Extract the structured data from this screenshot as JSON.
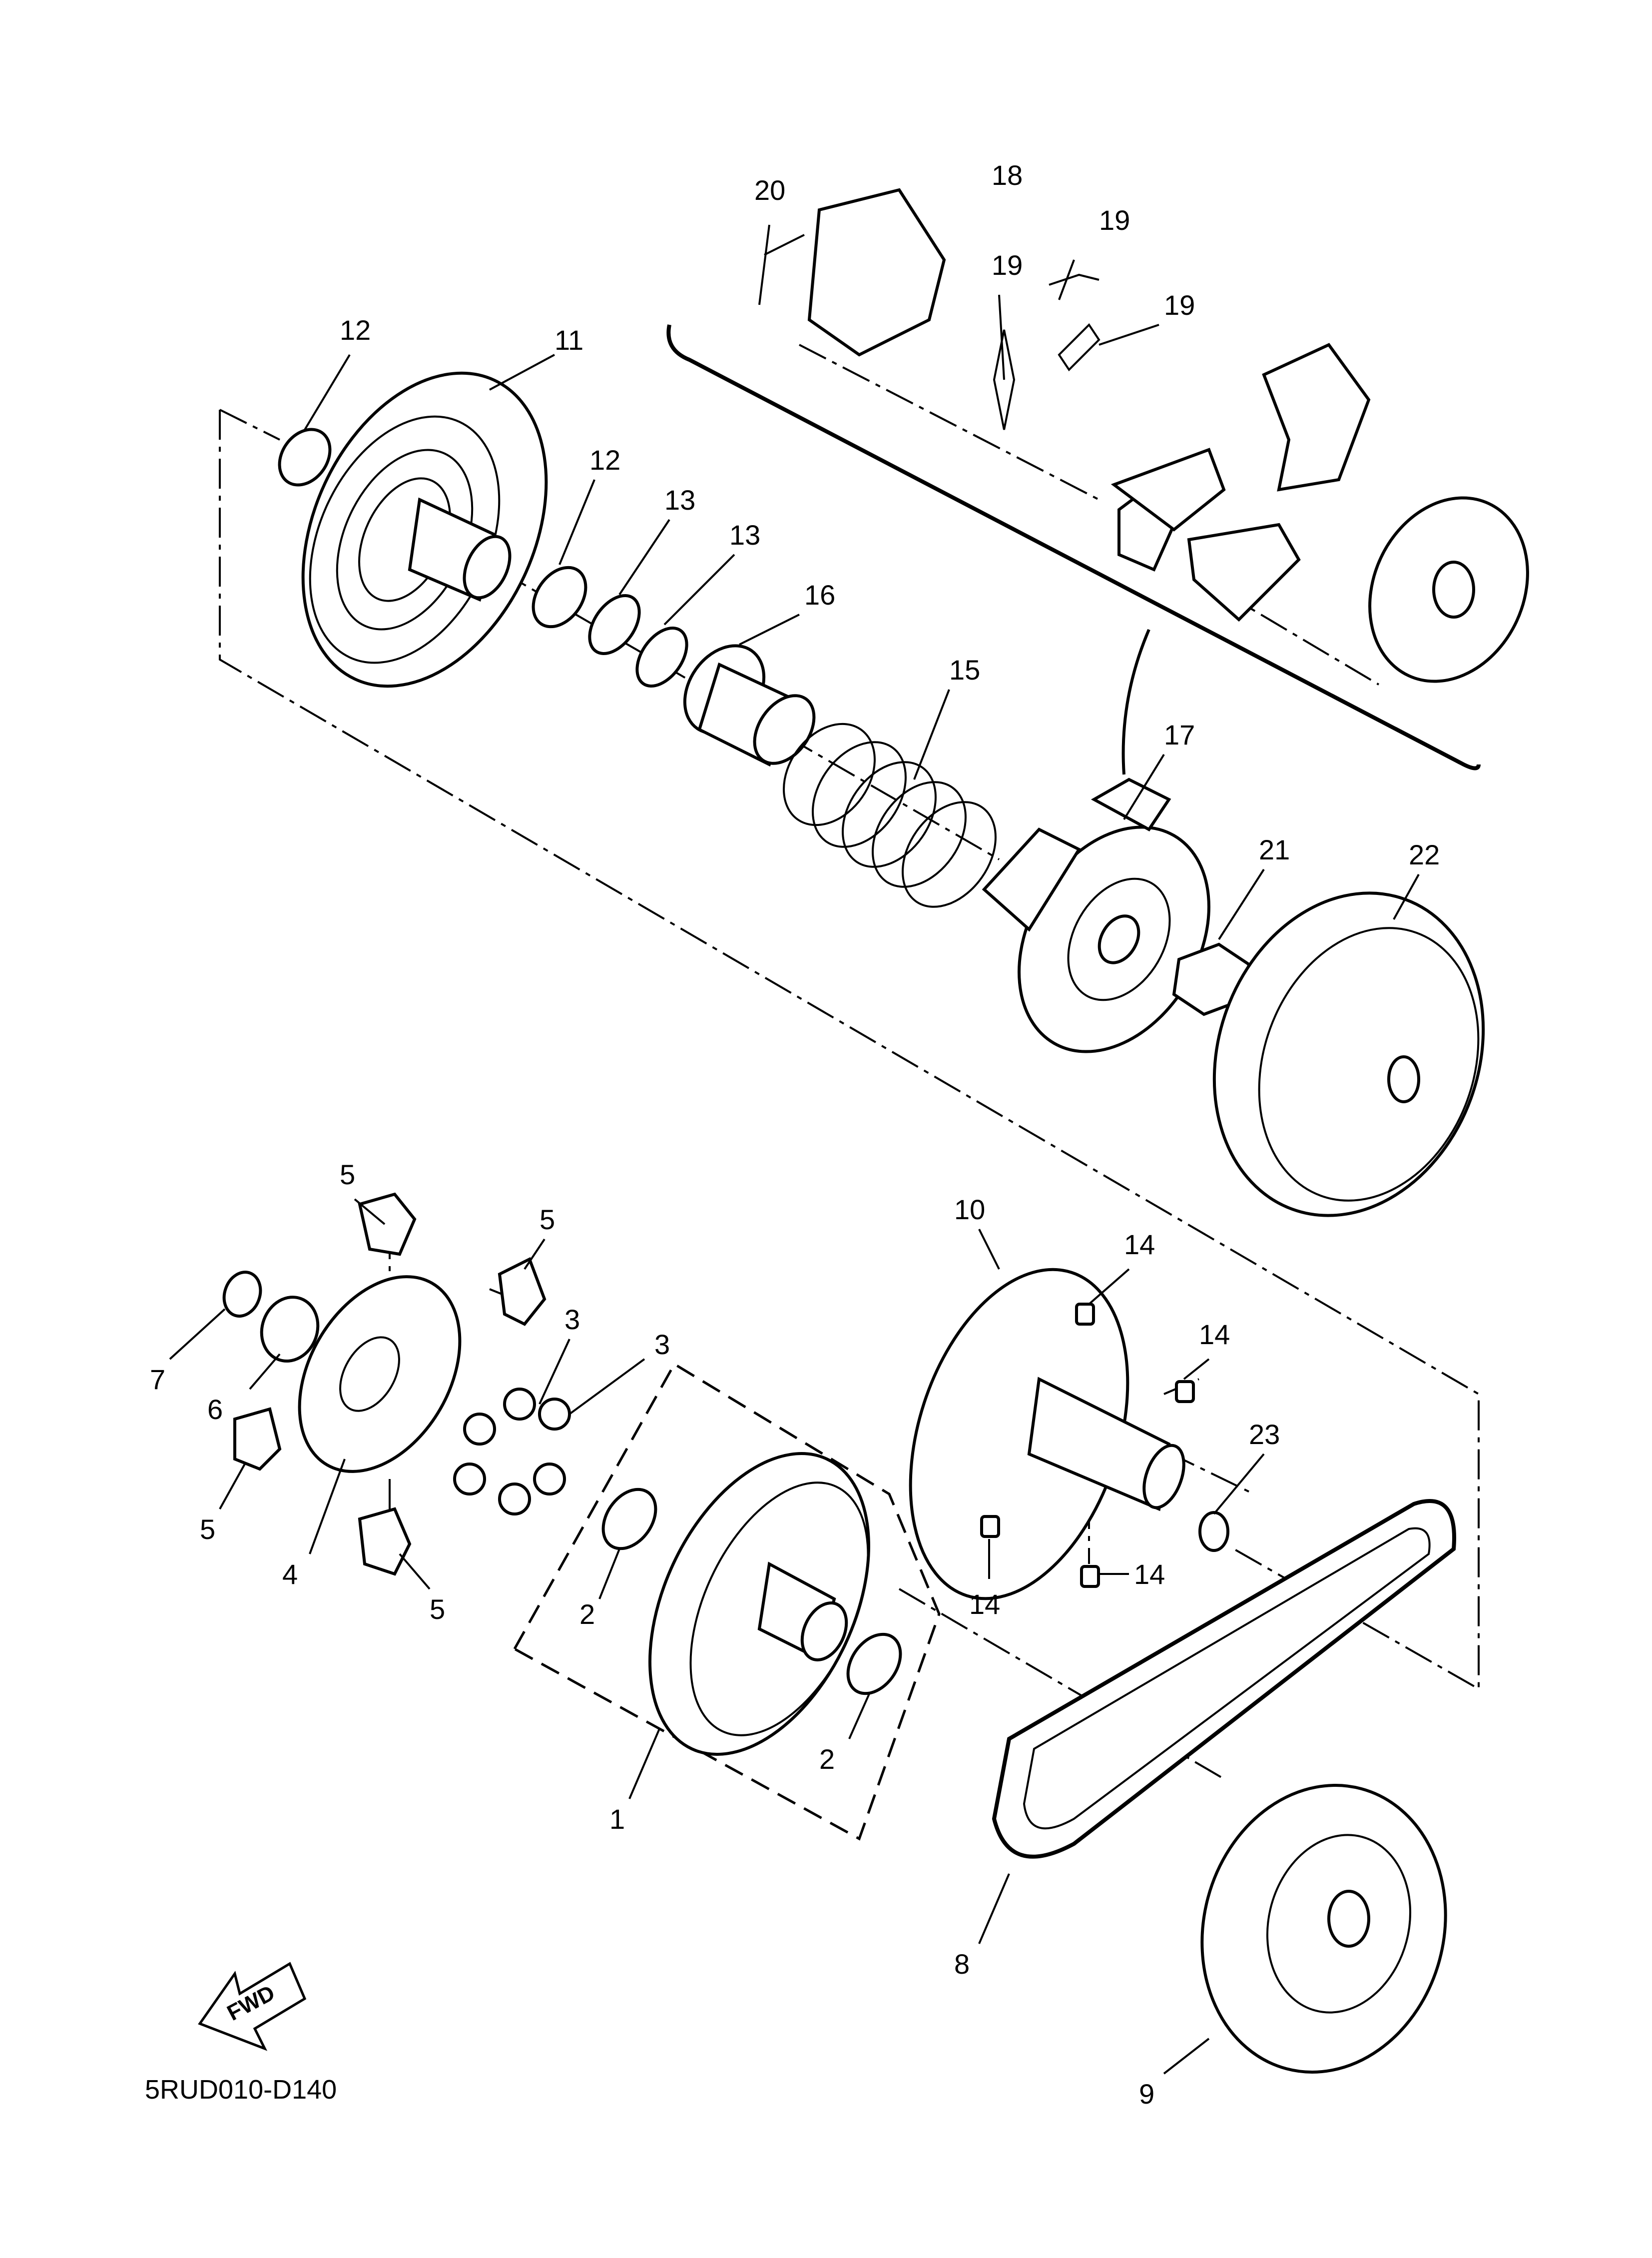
{
  "diagram_code": "5RUD010-D140",
  "fwd_label": "FWD",
  "parts": {
    "p1": "1",
    "p2a": "2",
    "p2b": "2",
    "p3a": "3",
    "p3b": "3",
    "p4": "4",
    "p5a": "5",
    "p5b": "5",
    "p5c": "5",
    "p5d": "5",
    "p6": "6",
    "p7": "7",
    "p8": "8",
    "p9": "9",
    "p10": "10",
    "p11": "11",
    "p12a": "12",
    "p12b": "12",
    "p13a": "13",
    "p13b": "13",
    "p14a": "14",
    "p14b": "14",
    "p14c": "14",
    "p14d": "14",
    "p15": "15",
    "p16": "16",
    "p17": "17",
    "p18": "18",
    "p19a": "19",
    "p19b": "19",
    "p19c": "19",
    "p20": "20",
    "p21": "21",
    "p22": "22",
    "p23": "23"
  }
}
